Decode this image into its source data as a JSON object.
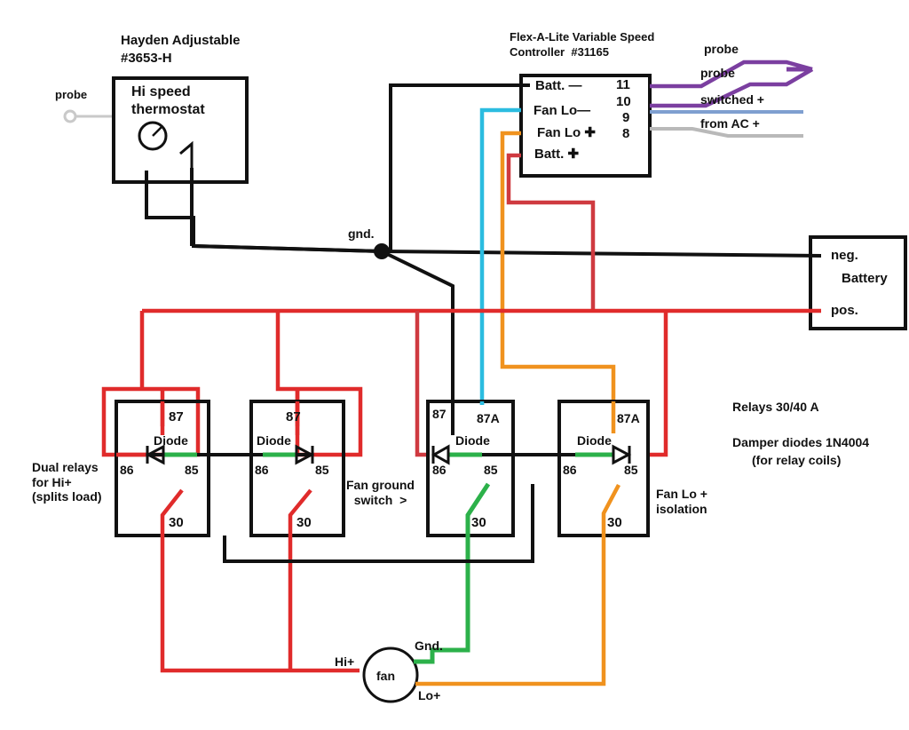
{
  "diagram": {
    "title": "Dual-speed electric fan wiring diagram",
    "colors": {
      "black": "#111111",
      "red": "#e02b2b",
      "darkred": "#cf3a40",
      "green": "#2cb14a",
      "orange": "#f0921e",
      "cyan": "#2bbce0",
      "purple": "#7b3fa0",
      "blue_grey": "#7f9fd0",
      "grey": "#b9b9b9"
    }
  },
  "thermostat": {
    "brand_line1": "Hayden Adjustable",
    "brand_line2": "#3653-H",
    "box_line1": "Hi speed",
    "box_line2": "thermostat",
    "probe_label": "probe"
  },
  "controller": {
    "title_line1": "Flex-A-Lite Variable Speed",
    "title_line2": "Controller  #31165",
    "terminals": [
      {
        "label": "Batt. —",
        "pin": "11"
      },
      {
        "label": "Fan Lo—",
        "pin": "10"
      },
      {
        "label": "Fan Lo ✚",
        "pin": "9"
      },
      {
        "label": "Batt. ✚",
        "pin": "8"
      }
    ],
    "wire_labels": [
      {
        "text": "probe"
      },
      {
        "text": "probe"
      },
      {
        "text": "switched +"
      },
      {
        "text": "from AC +"
      }
    ]
  },
  "ground": {
    "label": "gnd."
  },
  "battery": {
    "neg": "neg.",
    "name": "Battery",
    "pos": "pos."
  },
  "notes": {
    "relays_rating": "Relays 30/40 A",
    "diodes_line1": "Damper diodes 1N4004",
    "diodes_line2": "(for relay coils)"
  },
  "relays": [
    {
      "id": "relay-1",
      "top_pin": "87",
      "diode_label": "Diode",
      "coil_left": "86",
      "coil_right": "85",
      "common_pin": "30",
      "caption": "Dual relays\nfor Hi+\n(splits load)"
    },
    {
      "id": "relay-2",
      "top_pin": "87",
      "diode_label": "Diode",
      "coil_left": "86",
      "coil_right": "85",
      "common_pin": "30",
      "caption": ""
    },
    {
      "id": "relay-3",
      "top_pin": "87",
      "top_pin_b": "87A",
      "diode_label": "Diode",
      "coil_left": "86",
      "coil_right": "85",
      "common_pin": "30",
      "caption": "Fan ground\nswitch  >"
    },
    {
      "id": "relay-4",
      "top_pin": "87A",
      "diode_label": "Diode",
      "coil_left": "86",
      "coil_right": "85",
      "common_pin": "30",
      "caption": "Fan Lo +\nisolation"
    }
  ],
  "fan": {
    "name": "fan",
    "hi_label": "Hi+",
    "gnd_label": "Gnd.",
    "lo_label": "Lo+"
  }
}
